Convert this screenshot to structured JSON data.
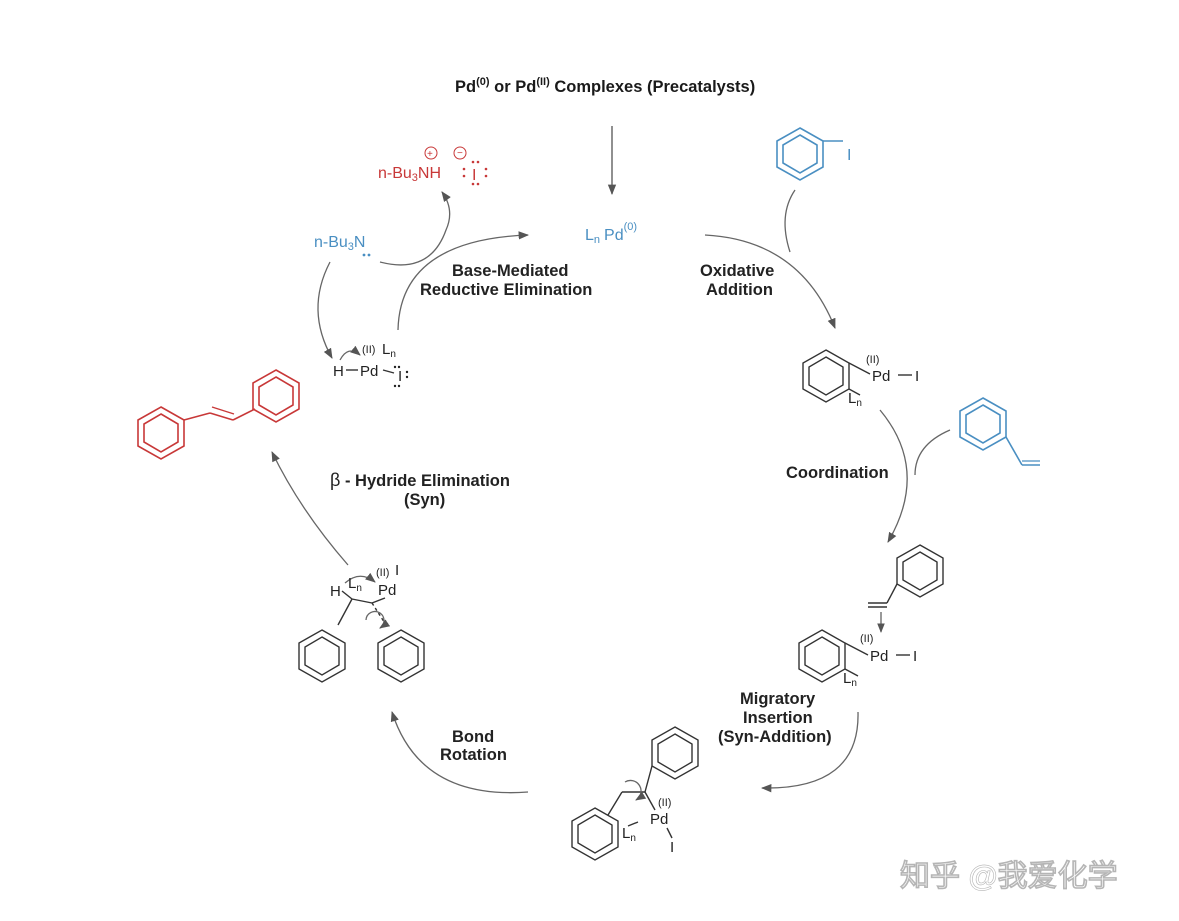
{
  "title": {
    "prefix_pd0": "Pd",
    "sup0": "(0)",
    "mid": " or Pd",
    "sup2": "(II)",
    "suffix": " Complexes (Precatalysts)"
  },
  "species": {
    "lnpd0_main": "L",
    "lnpd0_sub": "n",
    "lnpd0_pd": "Pd",
    "lnpd0_sup": "(0)",
    "aryl_iodide_i": "I",
    "base_prefix": "n-Bu",
    "base_sub": "3",
    "base_n": "N",
    "salt_prefix": "n-Bu",
    "salt_sub": "3",
    "salt_nh": "NH",
    "salt_i": "I",
    "ox2": "(II)",
    "pd": "Pd",
    "i": "I",
    "h": "H",
    "ln_l": "L",
    "ln_n": "n"
  },
  "steps": {
    "oxidative_addition_1": "Oxidative",
    "oxidative_addition_2": "Addition",
    "coordination": "Coordination",
    "migratory_1": "Migratory",
    "migratory_2": "Insertion",
    "migratory_3": "(Syn-Addition)",
    "bond_rotation_1": "Bond",
    "bond_rotation_2": "Rotation",
    "beta_symbol": "β",
    "beta_1": " - Hydride Elimination",
    "beta_2": "(Syn)",
    "reductive_1": "Base-Mediated",
    "reductive_2": "Reductive Elimination"
  },
  "watermark": "知乎 @我爱化学",
  "colors": {
    "reagent_blue": "#4a8fc2",
    "product_red": "#c83838",
    "text": "#1a1a1a",
    "arrow": "#666666"
  }
}
